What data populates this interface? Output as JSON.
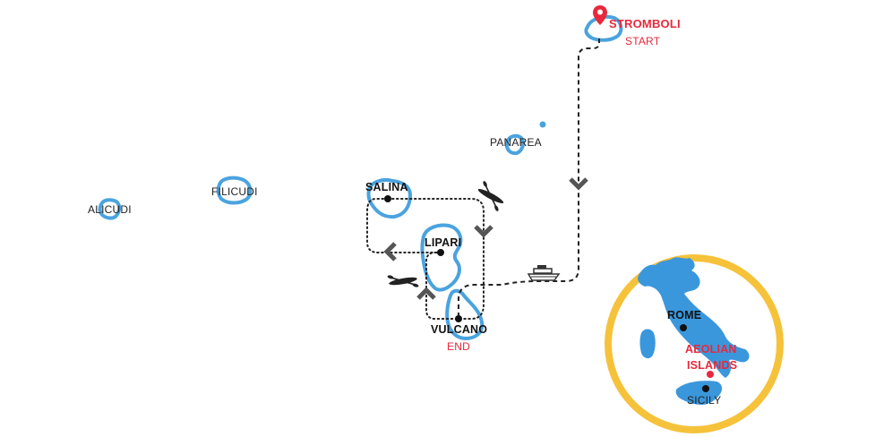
{
  "colors": {
    "island": "#4aa3df",
    "italy": "#3a97dc",
    "ring": "#f5c23a",
    "accent_red": "#e8283c",
    "route": "#222222",
    "arrow": "#555555"
  },
  "islands": {
    "stromboli": "STROMBOLI",
    "panarea": "PANAREA",
    "salina": "SALINA",
    "lipari": "LIPARI",
    "vulcano": "VULCANO",
    "filicudi": "FILICUDI",
    "alicudi": "ALICUDI"
  },
  "route": {
    "start": "START",
    "end": "END"
  },
  "inset": {
    "rome": "ROME",
    "aeolian_line1": "AEOLIAN",
    "aeolian_line2": "ISLANDS",
    "sicily": "SICILY"
  },
  "icons": [
    "location-pin-icon",
    "ferry-icon",
    "kayak-icon",
    "chevron-icon"
  ]
}
